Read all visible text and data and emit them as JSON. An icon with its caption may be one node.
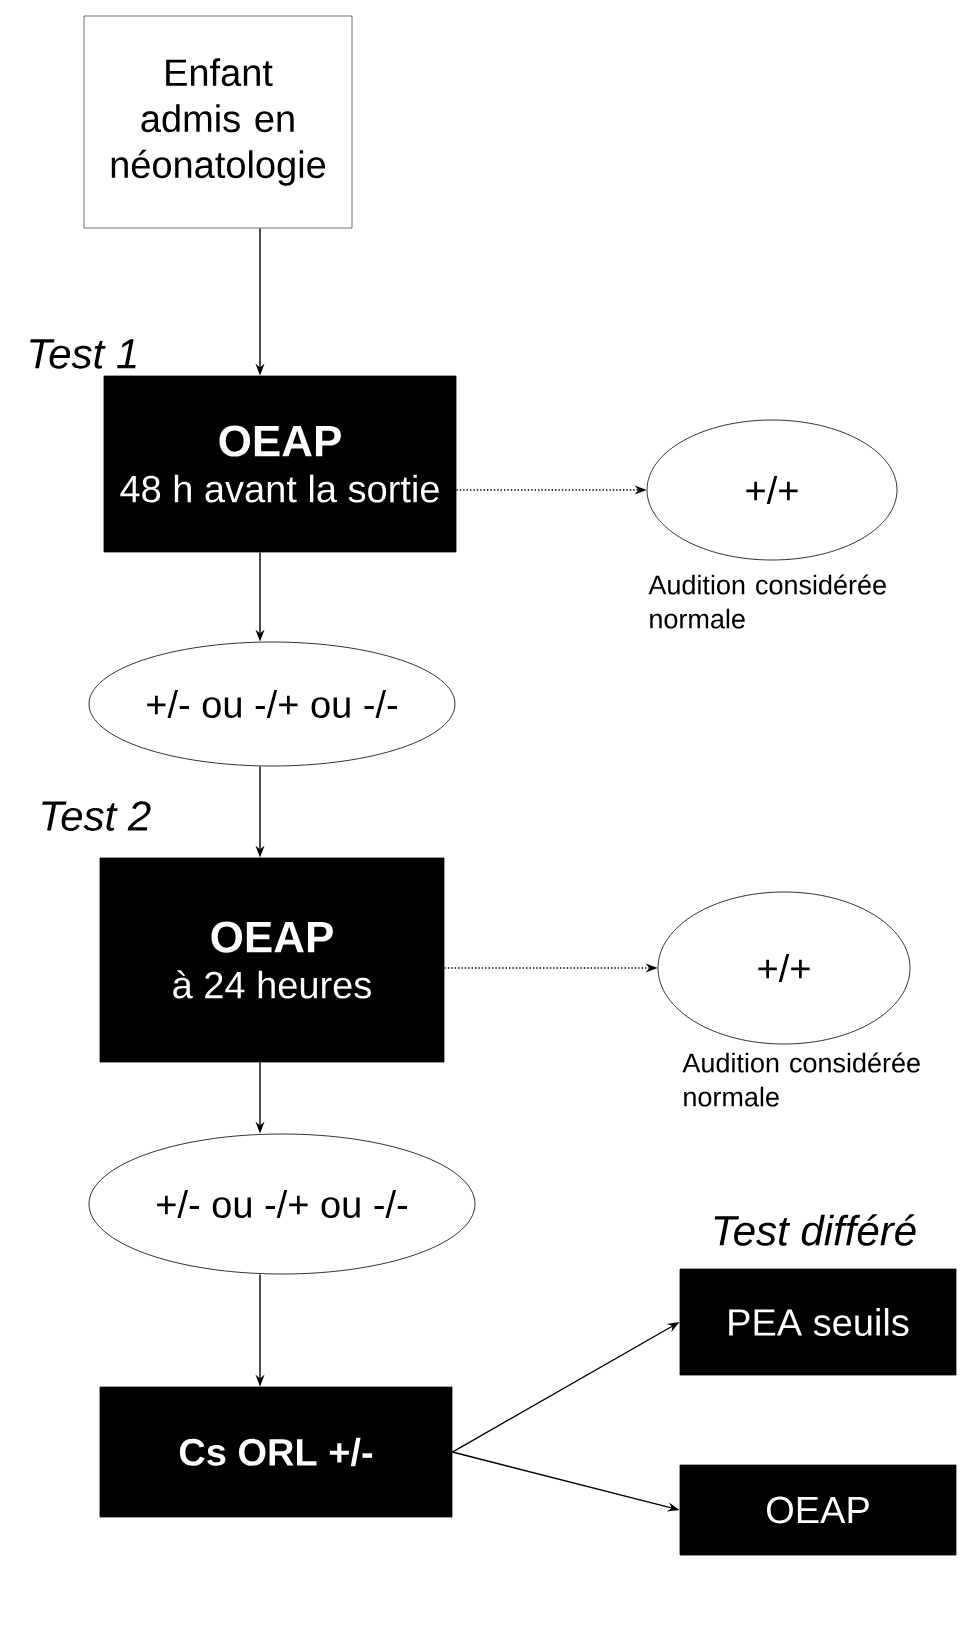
{
  "diagram": {
    "nodes": [
      {
        "text": [
          "Enfant admis en néonatologie"
        ]
      },
      {
        "text": [
          "OEAP",
          "48 h avant la sortie"
        ],
        "beside": [
          "Test 1"
        ]
      },
      {
        "text": [
          "+/+"
        ],
        "beside": [
          "Audition considérée normale"
        ]
      },
      {
        "text": [
          "+/- ou -/+ ou -/-"
        ]
      },
      {
        "text": [
          "OEAP",
          "à 24 heures"
        ],
        "beside": [
          "Test 2"
        ]
      },
      {
        "text": [
          "+/+"
        ],
        "beside": [
          "Audition considérée normale"
        ]
      },
      {
        "text": [
          "+/- ou -/+ ou -/-"
        ]
      },
      {
        "text": [
          "Cs ORL +/-"
        ]
      },
      {
        "text": [
          "PEA seuils"
        ],
        "beside": [
          "Test différé"
        ]
      },
      {
        "text": [
          "OEAP"
        ]
      }
    ],
    "edges": [
      {
        "from": 0,
        "to": 1,
        "arrow": "to"
      },
      {
        "from": 1,
        "to": 2,
        "arrow": "to",
        "style": "dashed"
      },
      {
        "from": 1,
        "to": 3,
        "arrow": "to"
      },
      {
        "from": 3,
        "to": 4,
        "arrow": "to"
      },
      {
        "from": 4,
        "to": 5,
        "arrow": "to",
        "style": "dashed"
      },
      {
        "from": 4,
        "to": 6,
        "arrow": "to"
      },
      {
        "from": 6,
        "to": 7,
        "arrow": "to"
      },
      {
        "from": 7,
        "to": 8,
        "arrow": "to"
      },
      {
        "from": 7,
        "to": 9,
        "arrow": "to"
      }
    ]
  }
}
